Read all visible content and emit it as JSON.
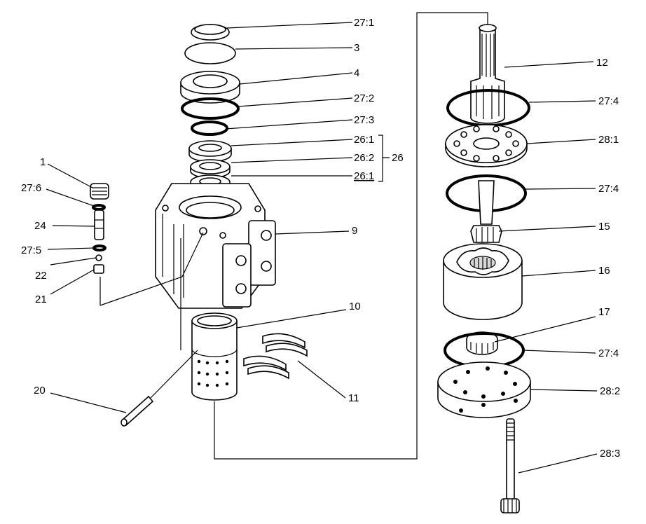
{
  "labels": {
    "l27_1": "27:1",
    "l3": "3",
    "l4": "4",
    "l27_2": "27:2",
    "l27_3": "27:3",
    "l26_1a": "26:1",
    "l26_2": "26:2",
    "l26_1b": "26:1",
    "l26": "26",
    "l9": "9",
    "l10": "10",
    "l11": "11",
    "l20": "20",
    "l1": "1",
    "l27_6": "27:6",
    "l24": "24",
    "l27_5": "27:5",
    "l22": "22",
    "l21": "21",
    "l12": "12",
    "l27_4a": "27:4",
    "l28_1": "28:1",
    "l27_4b": "27:4",
    "l15": "15",
    "l16": "16",
    "l17": "17",
    "l27_4c": "27:4",
    "l28_2": "28:2",
    "l28_3": "28:3"
  }
}
